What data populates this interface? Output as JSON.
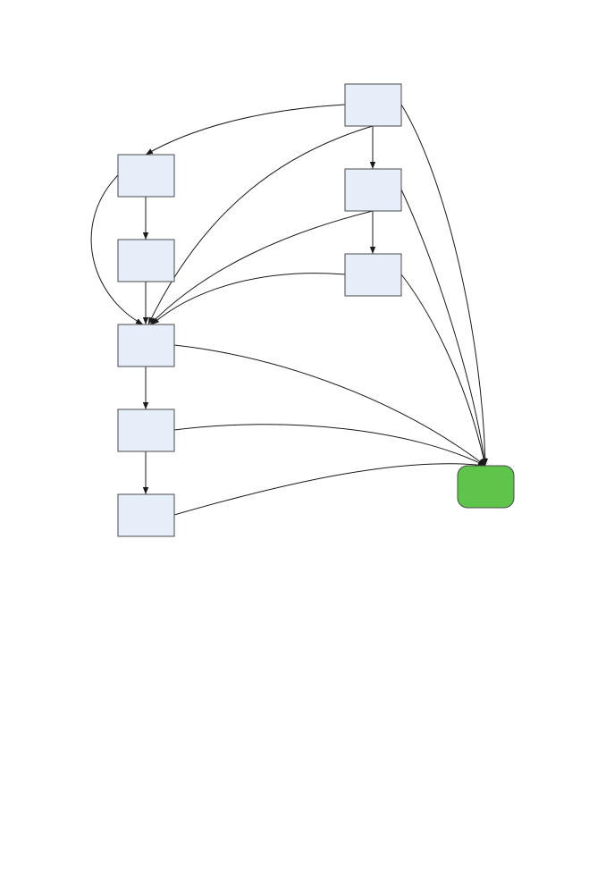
{
  "colors": {
    "node_fill": "#e6eef9",
    "node_stroke": "#4a4a4a",
    "terminal_fill": "#5fc44a",
    "terminal_stroke": "#2f7a22",
    "edge": "#1a1a1a"
  },
  "nodes": [
    {
      "id": "L1",
      "label": "",
      "kind": "process"
    },
    {
      "id": "L2",
      "label": "",
      "kind": "process"
    },
    {
      "id": "L3",
      "label": "",
      "kind": "process"
    },
    {
      "id": "L4",
      "label": "",
      "kind": "process"
    },
    {
      "id": "L5",
      "label": "",
      "kind": "process"
    },
    {
      "id": "R1",
      "label": "",
      "kind": "process"
    },
    {
      "id": "R2",
      "label": "",
      "kind": "process"
    },
    {
      "id": "R3",
      "label": "",
      "kind": "process"
    },
    {
      "id": "T",
      "label": "",
      "kind": "terminal"
    }
  ],
  "edges": [
    {
      "from": "R1",
      "to": "L1"
    },
    {
      "from": "L1",
      "to": "L2"
    },
    {
      "from": "L2",
      "to": "L3"
    },
    {
      "from": "L1",
      "to": "L3"
    },
    {
      "from": "R1",
      "to": "L3"
    },
    {
      "from": "R2",
      "to": "L3"
    },
    {
      "from": "R3",
      "to": "L3"
    },
    {
      "from": "R1",
      "to": "R2"
    },
    {
      "from": "R2",
      "to": "R3"
    },
    {
      "from": "L3",
      "to": "L4"
    },
    {
      "from": "L4",
      "to": "L5"
    },
    {
      "from": "R1",
      "to": "T"
    },
    {
      "from": "R2",
      "to": "T"
    },
    {
      "from": "R3",
      "to": "T"
    },
    {
      "from": "L3",
      "to": "T"
    },
    {
      "from": "L4",
      "to": "T"
    },
    {
      "from": "L5",
      "to": "T"
    }
  ]
}
